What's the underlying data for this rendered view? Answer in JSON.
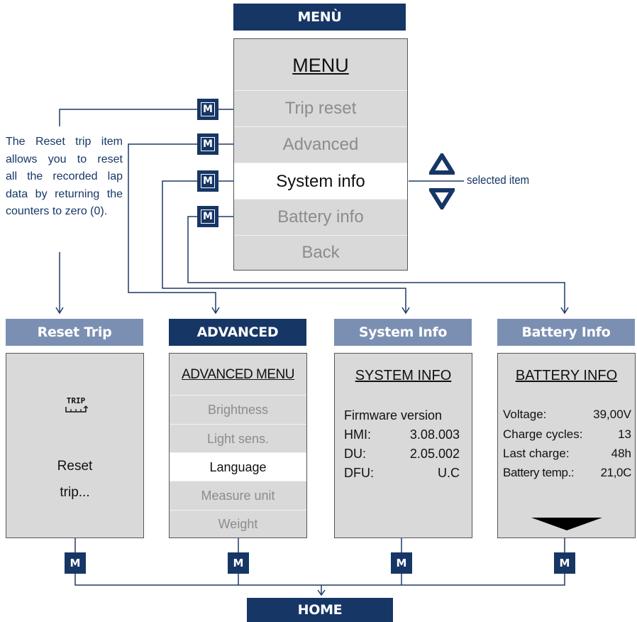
{
  "menu_banner": "MENÙ",
  "main_menu": {
    "title": "MENU",
    "items": [
      "Trip reset",
      "Advanced",
      "System info",
      "Battery info",
      "Back"
    ],
    "selected_index": 2
  },
  "m_label": "M",
  "selected_item_label": "selected item",
  "description": [
    "The Reset trip item",
    "allows you to reset",
    "all the recorded lap",
    "data by returning the",
    "counters to zero (0)."
  ],
  "panels": {
    "reset_trip": {
      "banner": "Reset Trip",
      "icon_text": "TRIP",
      "line1": "Reset",
      "line2": "trip..."
    },
    "advanced": {
      "banner": "ADVANCED",
      "title": "ADVANCED MENU",
      "items": [
        "Brightness",
        "Light sens.",
        "Language",
        "Measure unit",
        "Weight"
      ],
      "selected_index": 2
    },
    "system_info": {
      "banner": "System Info",
      "title": "SYSTEM INFO",
      "heading": "Firmware version",
      "rows": [
        {
          "label": "HMI:",
          "value": "3.08.003"
        },
        {
          "label": "DU:",
          "value": "2.05.002"
        },
        {
          "label": "DFU:",
          "value": "U.C"
        }
      ]
    },
    "battery_info": {
      "banner": "Battery Info",
      "title": "BATTERY INFO",
      "rows": [
        {
          "label": "Voltage:",
          "value": "39,00V"
        },
        {
          "label": "Charge cycles:",
          "value": "13"
        },
        {
          "label": "Last charge:",
          "value": "48h"
        },
        {
          "label": "Battery temp.:",
          "value": "21,0C"
        }
      ]
    }
  },
  "home_banner": "HOME",
  "colors": {
    "dark_blue": "#163665",
    "light_blue": "#7b8fb3",
    "screen_gray": "#d9d9d9",
    "muted_text": "#8c8c8c"
  }
}
